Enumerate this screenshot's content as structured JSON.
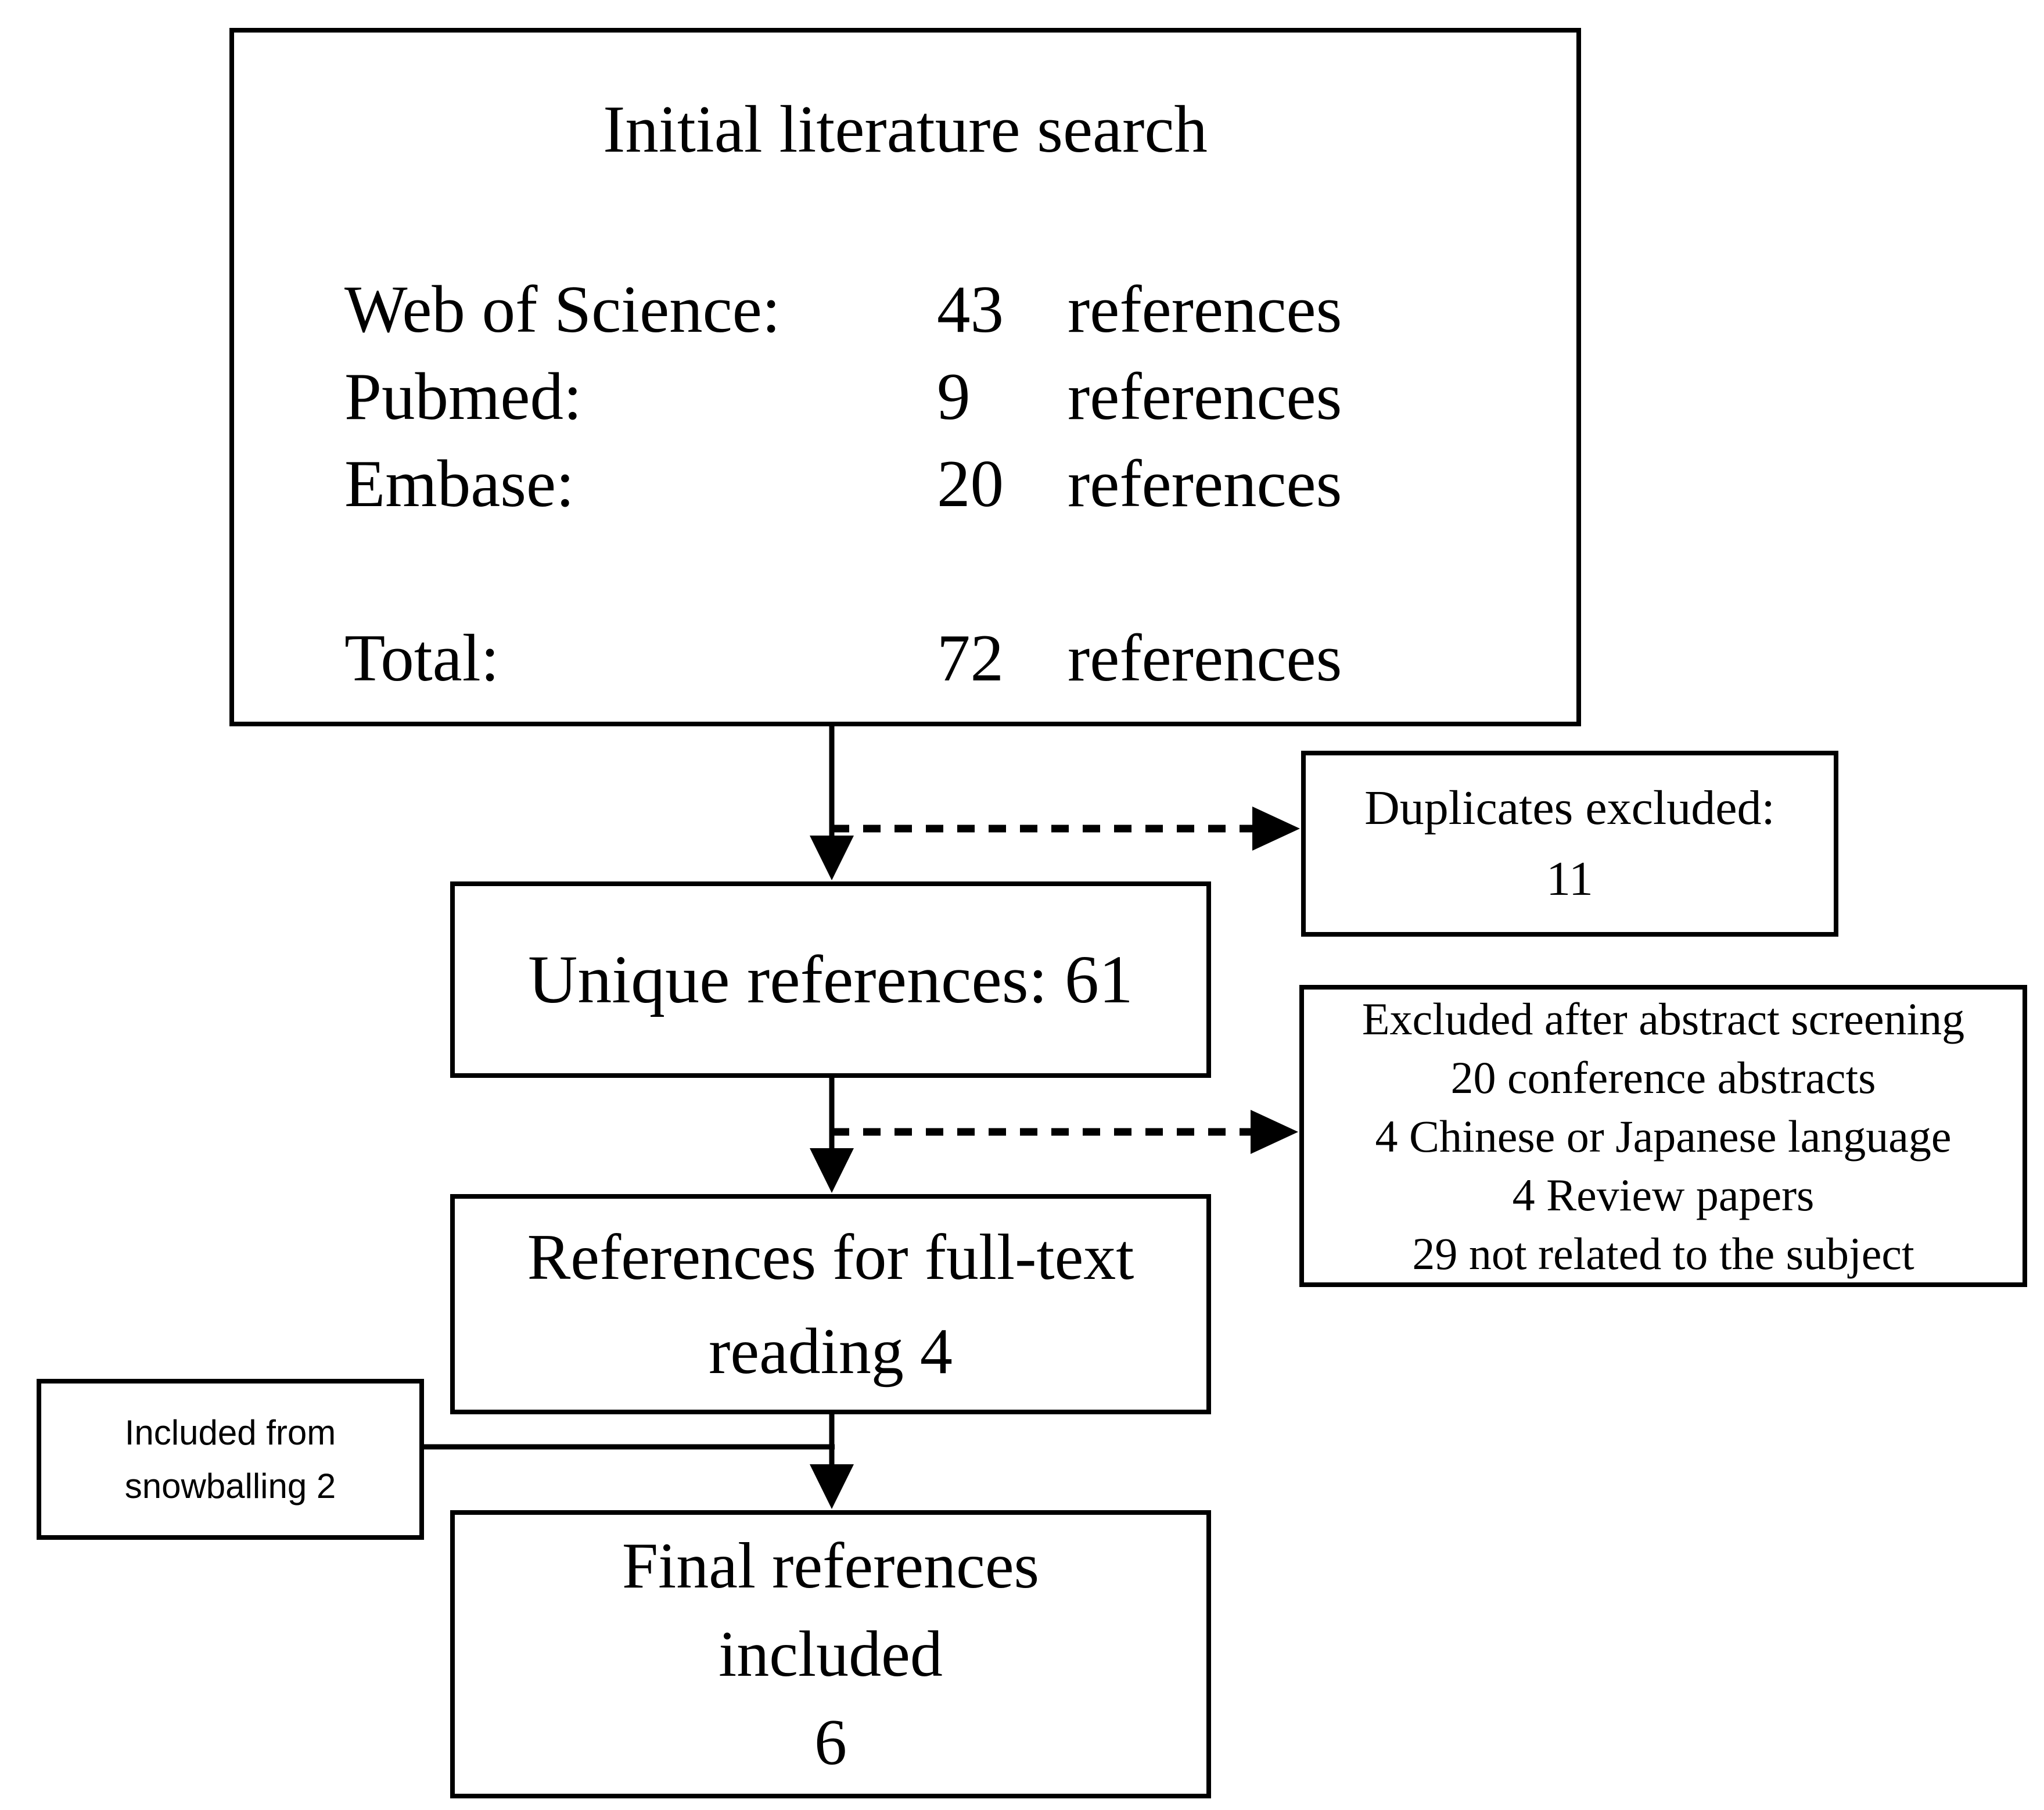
{
  "colors": {
    "line": "#000000",
    "text": "#000000",
    "background": "#ffffff"
  },
  "flowchart": {
    "top_box": {
      "title": "Initial literature search",
      "rows": [
        {
          "label": "Web of Science:",
          "value": "43",
          "unit": "references"
        },
        {
          "label": "Pubmed:",
          "value": "9",
          "unit": "references"
        },
        {
          "label": "Embase:",
          "value": "20",
          "unit": "references"
        }
      ],
      "total_row": {
        "label": "Total:",
        "value": "72",
        "unit": "references"
      }
    },
    "duplicates_box": {
      "line1": "Duplicates excluded:",
      "line2": "11"
    },
    "unique_box": {
      "text": "Unique references: 61"
    },
    "excluded_box": {
      "lines": [
        "Excluded after abstract screening",
        "20 conference abstracts",
        "4 Chinese or Japanese language",
        "4 Review papers",
        "29 not related to the subject"
      ]
    },
    "fulltext_box": {
      "line1": "References for full-text",
      "line2": "reading 4"
    },
    "snowball_box": {
      "line1": "Included from",
      "line2": "snowballing 2"
    },
    "final_box": {
      "line1": "Final references",
      "line2": "included",
      "line3": "6"
    }
  }
}
